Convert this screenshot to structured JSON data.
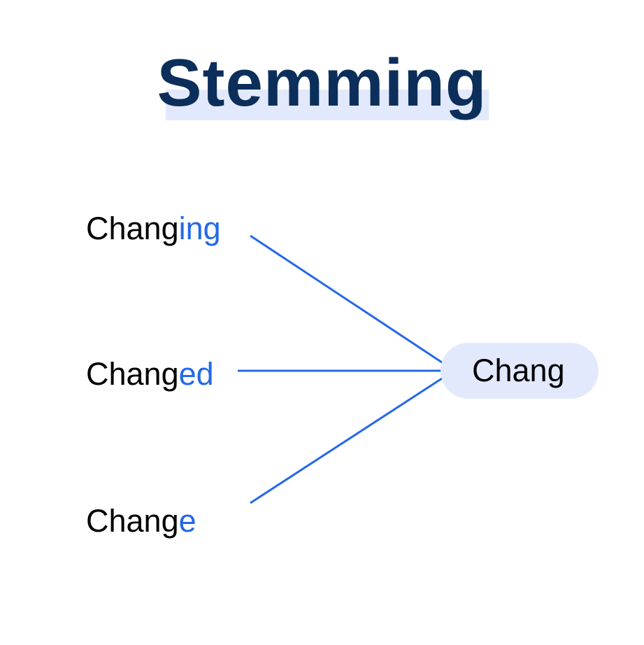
{
  "title": "Stemming",
  "colors": {
    "title": "#0b2f5a",
    "suffix": "#2468ea",
    "highlight": "#e3e9fd"
  },
  "words": [
    {
      "stem": "Chang",
      "suffix": "ing"
    },
    {
      "stem": "Chang",
      "suffix": "ed"
    },
    {
      "stem": "Chang",
      "suffix": "e"
    }
  ],
  "result": "Chang"
}
